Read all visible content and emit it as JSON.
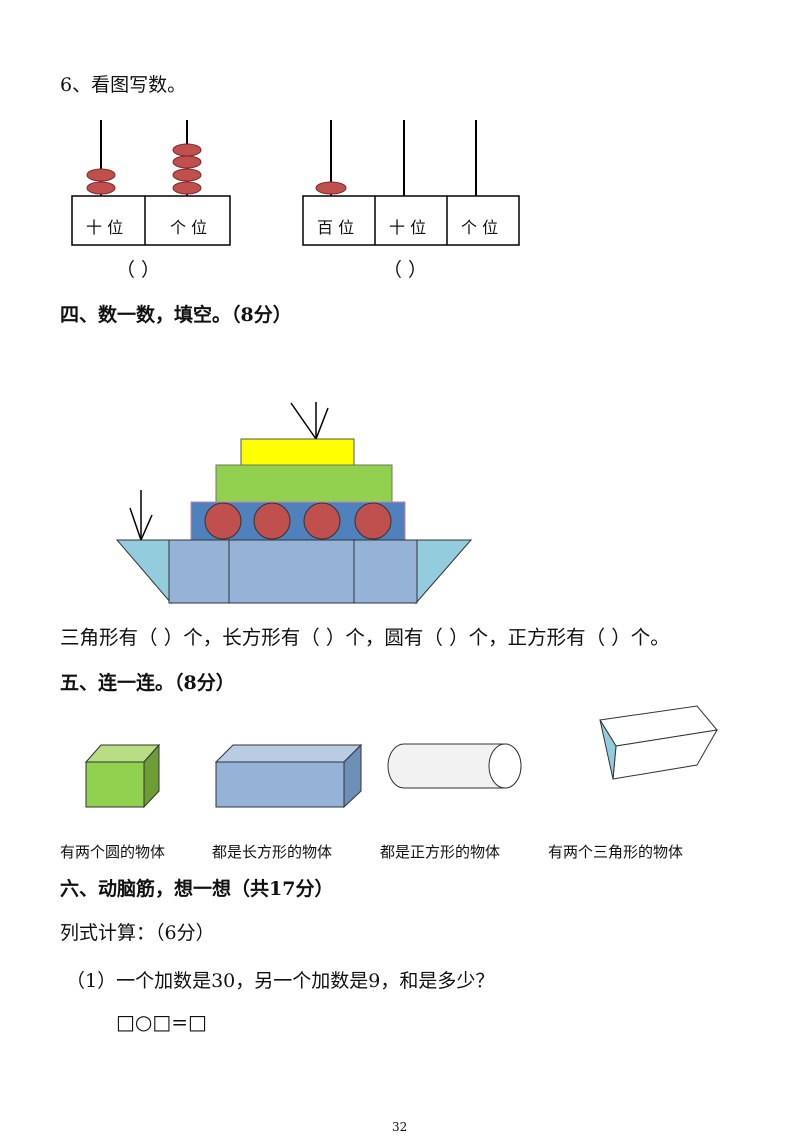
{
  "q6": {
    "title": "6、看图写数。",
    "abacus1": {
      "labels": [
        "十 位",
        "个 位"
      ],
      "answer_blank": "（        ）"
    },
    "abacus2": {
      "labels": [
        "百 位",
        "十 位",
        "个 位"
      ],
      "answer_blank": "（        ）"
    }
  },
  "section4": {
    "title": "四、数一数，填空。（8分）",
    "fill_sentence": "三角形有（    ）个，长方形有（    ）个，圆有（    ）个，正方形有（    ）个。"
  },
  "section5": {
    "title": "五、连一连。（8分）",
    "labels": [
      "有两个圆的物体",
      "都是长方形的物体",
      "都是正方形的物体",
      "有两个三角形的物体"
    ]
  },
  "section6": {
    "title": "六、动脑筋，想一想（共17分）",
    "subtitle": "列式计算：（6分）",
    "problem1": "（1）一个加数是30，另一个加数是9，和是多少？",
    "formula": "□○□=□"
  },
  "footer": {
    "page_number": "32"
  },
  "colors": {
    "bead": "#c0504d",
    "ship_yellow": "#ffff00",
    "ship_green": "#92d050",
    "ship_blue": "#4f81bd",
    "ship_lightblue": "#95b3d7",
    "triangle_cyan": "#93cddd",
    "cube_green": "#92d050",
    "cuboid_blue": "#95b3d7"
  }
}
